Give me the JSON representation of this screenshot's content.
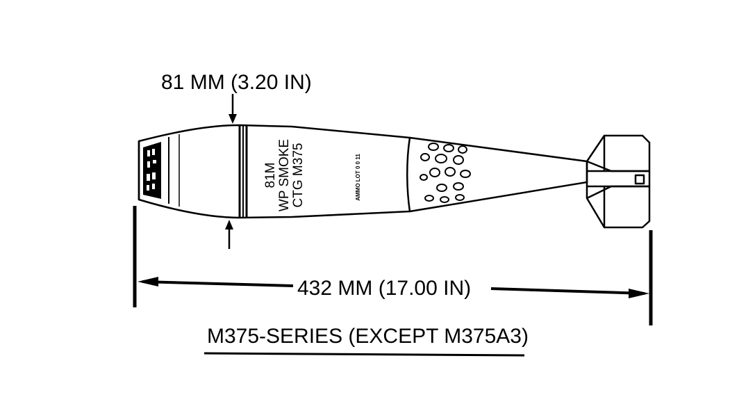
{
  "diameter_label": "81 MM (3.20 IN)",
  "length_label": "432 MM (17.00 IN)",
  "caption": "M375-SERIES (EXCEPT M375A3)",
  "body_marking": [
    "81M",
    "WP SMOKE",
    "CTG M375"
  ],
  "lot_marking": "AMMO LOT 0 0 11",
  "colors": {
    "ink": "#000000",
    "background": "#ffffff"
  }
}
